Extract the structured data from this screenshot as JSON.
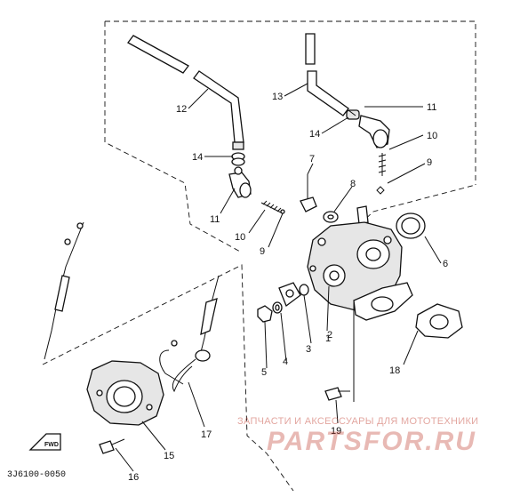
{
  "diagram": {
    "part_labels": {
      "p1": "1",
      "p2": "2",
      "p3": "3",
      "p4": "4",
      "p5": "5",
      "p6": "6",
      "p7": "7",
      "p8": "8",
      "p9a": "9",
      "p9b": "9",
      "p10a": "10",
      "p10b": "10",
      "p11a": "11",
      "p11b": "11",
      "p12": "12",
      "p13": "13",
      "p14a": "14",
      "p14b": "14",
      "p15": "15",
      "p16": "16",
      "p17": "17",
      "p18": "18",
      "p19": "19"
    },
    "fwd_label": "FWD",
    "drawing_code": "3J6100-0050"
  },
  "watermark": {
    "tagline": "ЗАПЧАСТИ И АКСЕССУАРЫ ДЛЯ МОТОТЕХНИКИ",
    "logo_text": "PARTSFOR.RU",
    "color": "#c0392b"
  }
}
